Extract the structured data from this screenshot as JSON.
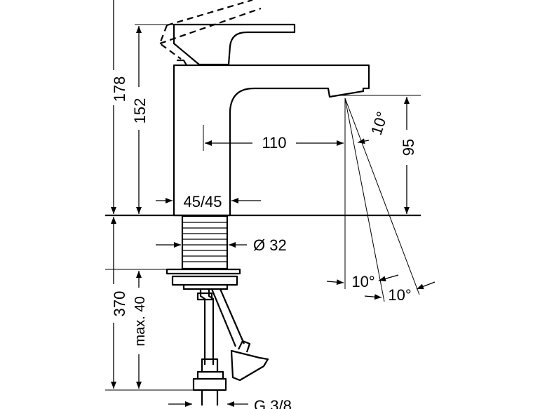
{
  "dimensions": {
    "total_height": "178",
    "spout_height": "152",
    "spout_reach": "110",
    "flow_height": "95",
    "angle_top": "10°",
    "angle_bottom_left": "10°",
    "angle_bottom_right": "10°",
    "body_size": "45/45",
    "shank_diameter": "Ø 32",
    "shank_length": "370",
    "max_thickness": "max. 40",
    "connection": "G 3/8"
  },
  "colors": {
    "line": "#000000",
    "background": "#ffffff"
  }
}
